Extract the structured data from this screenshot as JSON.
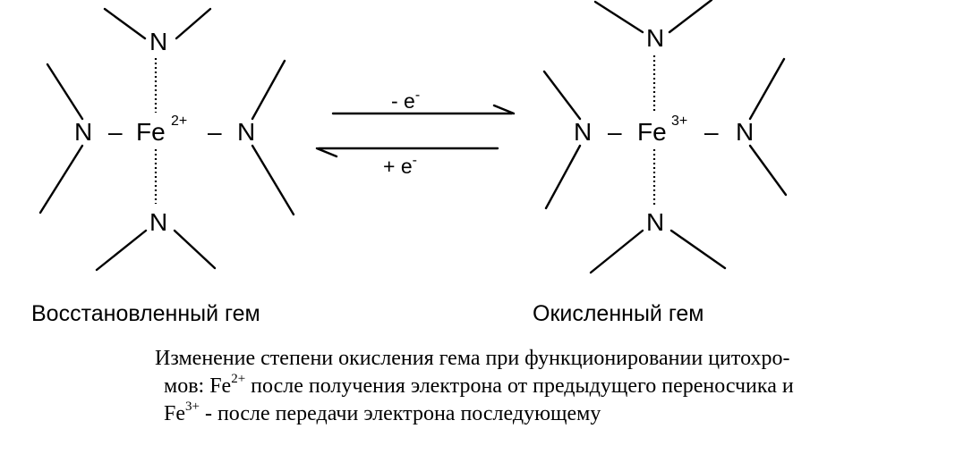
{
  "left_complex": {
    "atom_top": "N",
    "atom_left": "N",
    "atom_center": "Fe",
    "charge": "2+",
    "atom_right": "N",
    "atom_bottom": "N",
    "name": "Восстановленный гем"
  },
  "right_complex": {
    "atom_top": "N",
    "atom_left": "N",
    "atom_center": "Fe",
    "charge": "3+",
    "atom_right": "N",
    "atom_bottom": "N",
    "name": "Окисленный гем"
  },
  "bond_symbol": "–",
  "arrows": {
    "forward_label": "- e",
    "forward_label_sup": "-",
    "backward_label": "+ e",
    "backward_label_sup": "-"
  },
  "caption": {
    "line1": "Изменение степени окисления гема при функционировании цитохро-",
    "line2_pre": "мов: Fe",
    "line2_sup": "2+",
    "line2_post": " после получения электрона от предыдущего переносчика и",
    "line3_pre": "Fe",
    "line3_sup": "3+",
    "line3_post": " - после  передачи электрона последующему"
  },
  "colors": {
    "ink": "#000000",
    "background": "#ffffff"
  }
}
